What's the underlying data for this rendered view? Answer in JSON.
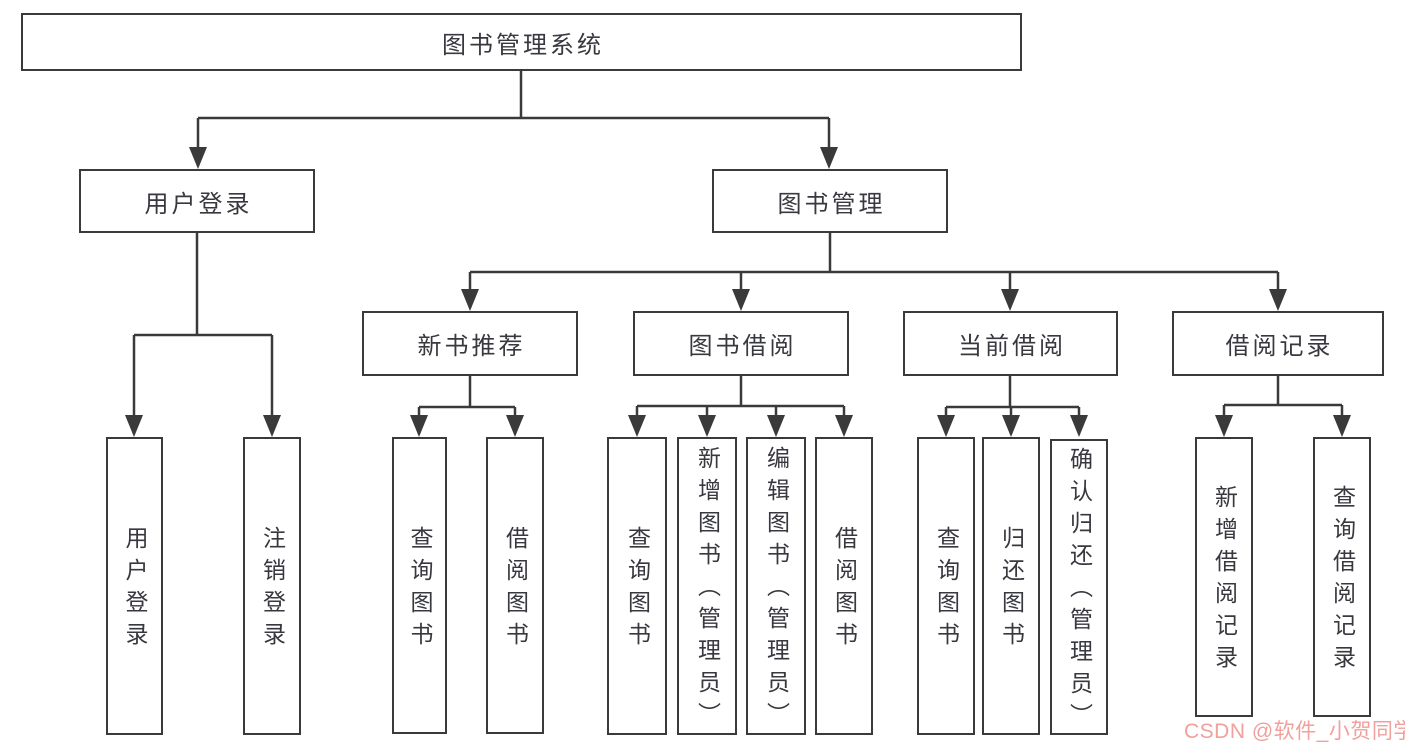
{
  "diagram_title": "图书管理系统",
  "tree": {
    "root": "图书管理系统",
    "branches": [
      {
        "label": "用户登录",
        "leaves": [
          "用户登录",
          "注销登录"
        ]
      },
      {
        "label": "图书管理",
        "groups": [
          {
            "label": "新书推荐",
            "leaves": [
              "查询图书",
              "借阅图书"
            ]
          },
          {
            "label": "图书借阅",
            "leaves": [
              "查询图书",
              "新增图书（管理员）",
              "编辑图书（管理员）",
              "借阅图书"
            ]
          },
          {
            "label": "当前借阅",
            "leaves": [
              "查询图书",
              "归还图书",
              "确认归还（管理员）"
            ]
          },
          {
            "label": "借阅记录",
            "leaves": [
              "新增借阅记录",
              "查询借阅记录"
            ]
          }
        ]
      }
    ]
  },
  "watermark": {
    "text": "CSDN @软件_小贺同学"
  },
  "colors": {
    "line": "#3a3a3a",
    "text": "#38383f",
    "watermark": "#f0a09d",
    "background": "#ffffff"
  }
}
